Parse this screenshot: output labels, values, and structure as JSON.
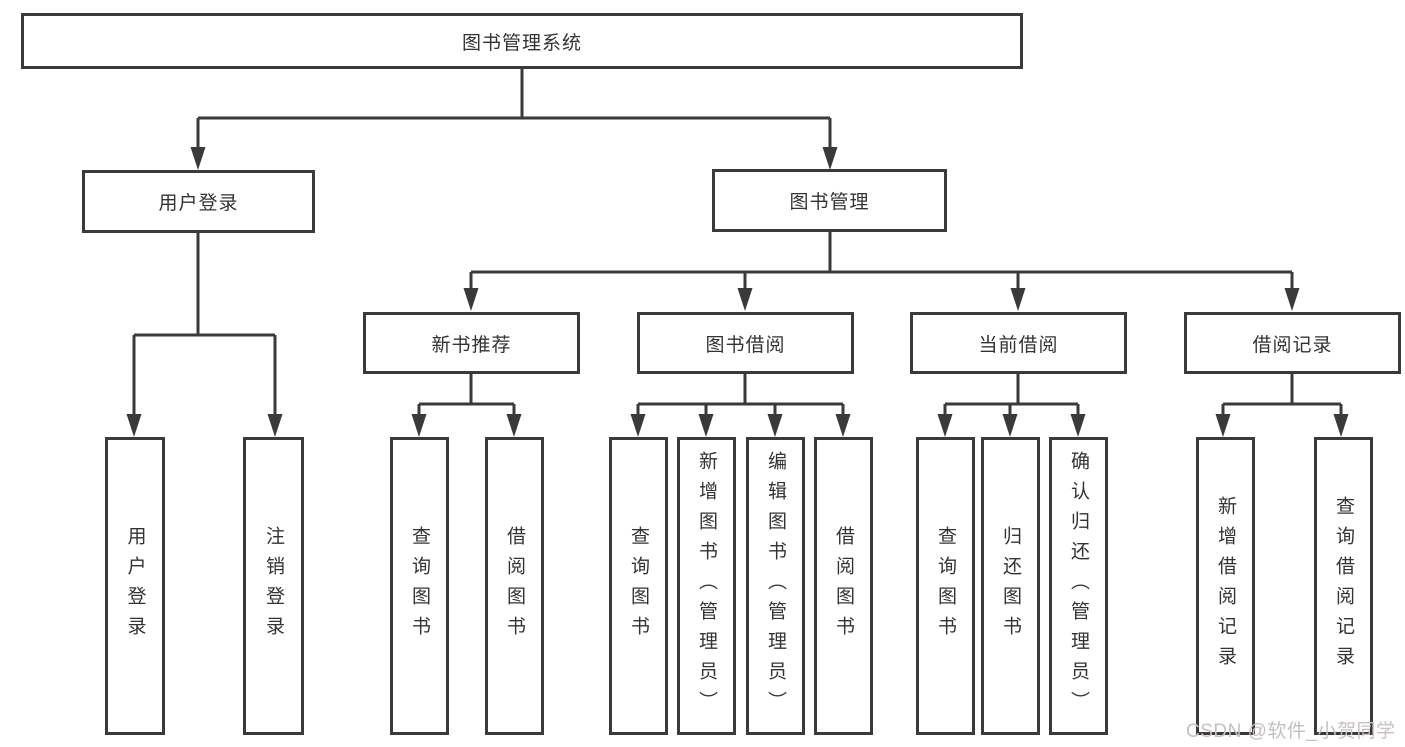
{
  "diagram": {
    "tree": {
      "root": {
        "label": "图书管理系统",
        "children": {
          "user_login": {
            "label": "用户登录",
            "children": {
              "login": {
                "label": "用户登录"
              },
              "logout": {
                "label": "注销登录"
              }
            }
          },
          "book_management": {
            "label": "图书管理",
            "children": {
              "new_book_recommend": {
                "label": "新书推荐",
                "children": {
                  "query_books": {
                    "label": "查询图书"
                  },
                  "borrow_books": {
                    "label": "借阅图书"
                  }
                }
              },
              "book_borrowing": {
                "label": "图书借阅",
                "children": {
                  "query_books": {
                    "label": "查询图书"
                  },
                  "add_books_admin": {
                    "label": "新增图书（管理员）"
                  },
                  "edit_books_admin": {
                    "label": "编辑图书（管理员）"
                  },
                  "borrow_books": {
                    "label": "借阅图书"
                  }
                }
              },
              "current_borrowing": {
                "label": "当前借阅",
                "children": {
                  "query_books": {
                    "label": "查询图书"
                  },
                  "return_books": {
                    "label": "归还图书"
                  },
                  "confirm_return_admin": {
                    "label": "确认归还（管理员）"
                  }
                }
              },
              "borrow_records": {
                "label": "借阅记录",
                "children": {
                  "add_borrow_record": {
                    "label": "新增借阅记录"
                  },
                  "query_borrow_record": {
                    "label": "查询借阅记录"
                  }
                }
              }
            }
          }
        }
      }
    },
    "colors": {
      "line": "#3a3a3a",
      "text": "#333333",
      "background": "#ffffff",
      "watermark_text_color": "#c6c0c0"
    }
  },
  "watermark": {
    "text": "CSDN @软件_小贺同学"
  }
}
